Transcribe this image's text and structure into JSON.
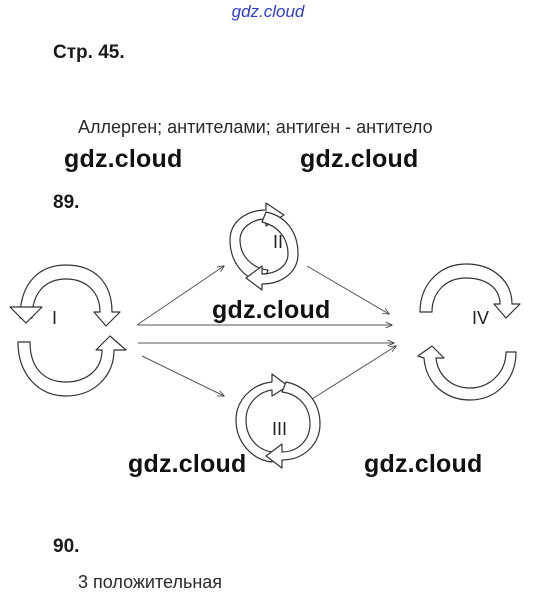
{
  "watermark_top": "gdz.cloud",
  "page_label": "Стр. 45.",
  "answer_88": "Аллерген; антителами; антиген - антитело",
  "watermark": "gdz.cloud",
  "task_89": "89.",
  "diagram": {
    "cycle_1": "I",
    "cycle_2": "II",
    "cycle_3": "III",
    "cycle_4": "IV"
  },
  "task_90": "90.",
  "answer_90": "3 положительная"
}
